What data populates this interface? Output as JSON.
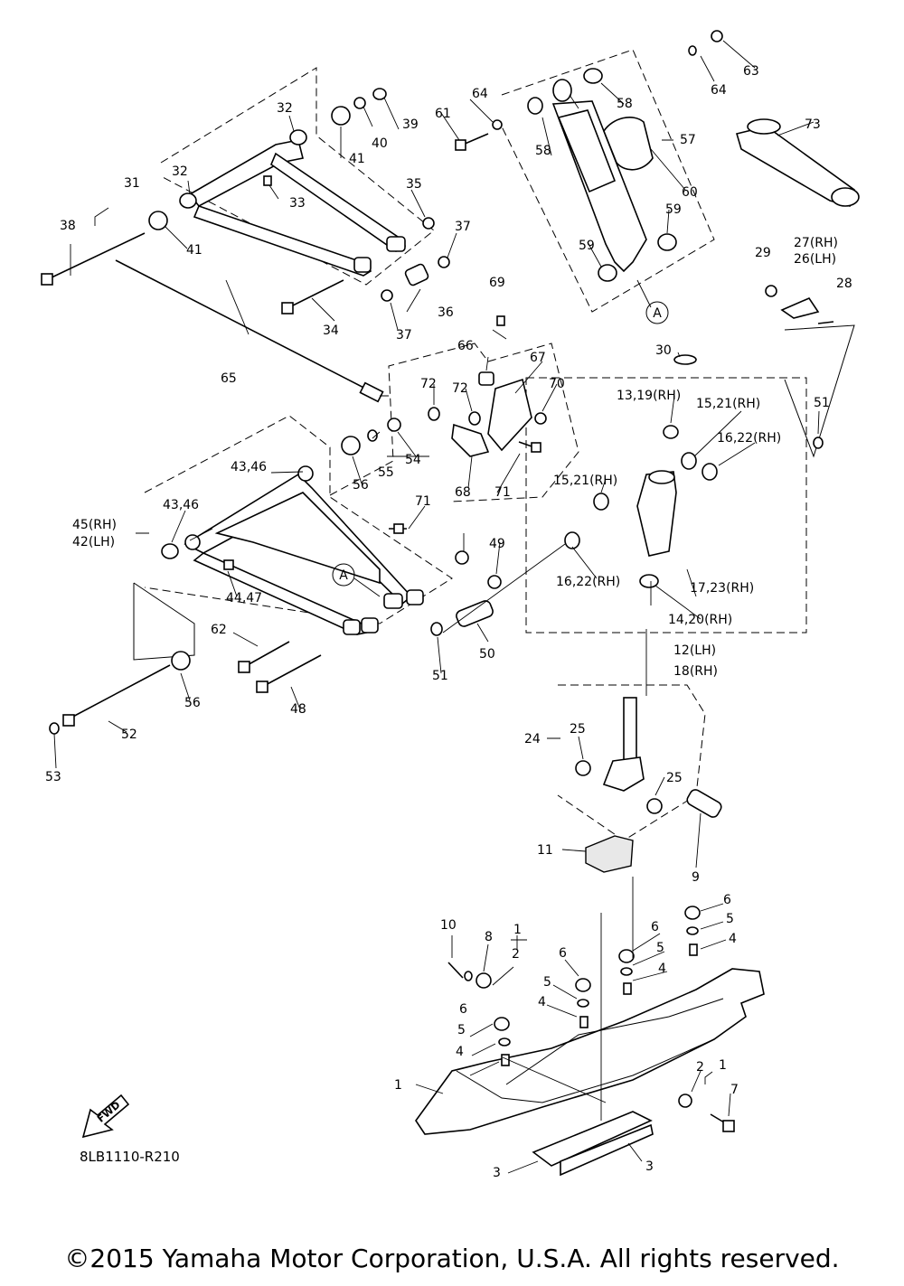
{
  "diagram_code": "8LB1110-R210",
  "fwd_label": "FWD",
  "copyright": "©2015 Yamaha Motor Corporation, U.S.A. All rights reserved.",
  "callout_letter": "A",
  "labels": [
    "1",
    "2",
    "3",
    "4",
    "5",
    "6",
    "7",
    "8",
    "9",
    "10",
    "11",
    "12(LH)",
    "18(RH)",
    "13,19(RH)",
    "14,20(RH)",
    "15,21(RH)",
    "16,22(RH)",
    "17,23(RH)",
    "24",
    "25",
    "26(LH)",
    "27(RH)",
    "28",
    "29",
    "30",
    "31",
    "32",
    "33",
    "34",
    "35",
    "36",
    "37",
    "38",
    "39",
    "40",
    "41",
    "42(LH)",
    "45(RH)",
    "43,46",
    "44,47",
    "48",
    "49",
    "50",
    "51",
    "52",
    "53",
    "54",
    "55",
    "56",
    "57",
    "58",
    "59",
    "60",
    "61",
    "62",
    "63",
    "64",
    "65",
    "66",
    "67",
    "68",
    "69",
    "70",
    "71",
    "72",
    "73"
  ]
}
